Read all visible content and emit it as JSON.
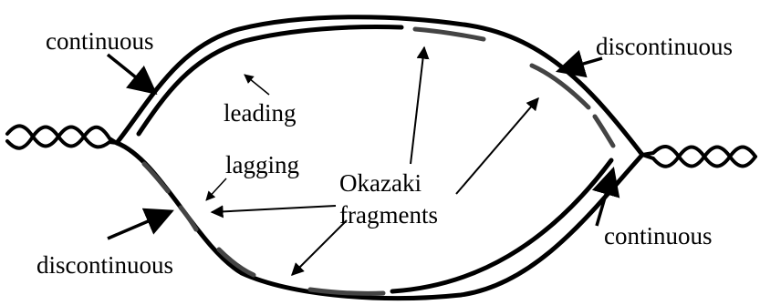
{
  "labels": {
    "continuous_top_left": "continuous",
    "leading": "leading",
    "discontinuous_top_right": "discontinuous",
    "lagging": "lagging",
    "okazaki_line1": "Okazaki",
    "okazaki_line2": "fragments",
    "discontinuous_bottom_left": "discontinuous",
    "continuous_bottom_right": "continuous"
  },
  "colors": {
    "strand": "#000000",
    "fragment": "#444444",
    "text": "#000000"
  }
}
